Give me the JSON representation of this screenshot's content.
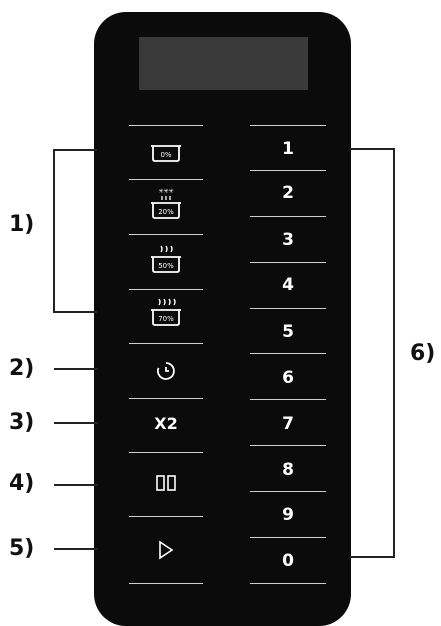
{
  "display": {
    "text": ""
  },
  "left_keys": {
    "power_levels": [
      "0%",
      "20%",
      "50%",
      "70%"
    ],
    "timer_icon": "timer-icon",
    "double_label": "X2",
    "pause_icon": "pause-icon",
    "start_icon": "play-icon"
  },
  "numbers": [
    "1",
    "2",
    "3",
    "4",
    "5",
    "6",
    "7",
    "8",
    "9",
    "0"
  ],
  "callouts": [
    "1)",
    "2)",
    "3)",
    "4)",
    "5)",
    "6)"
  ]
}
